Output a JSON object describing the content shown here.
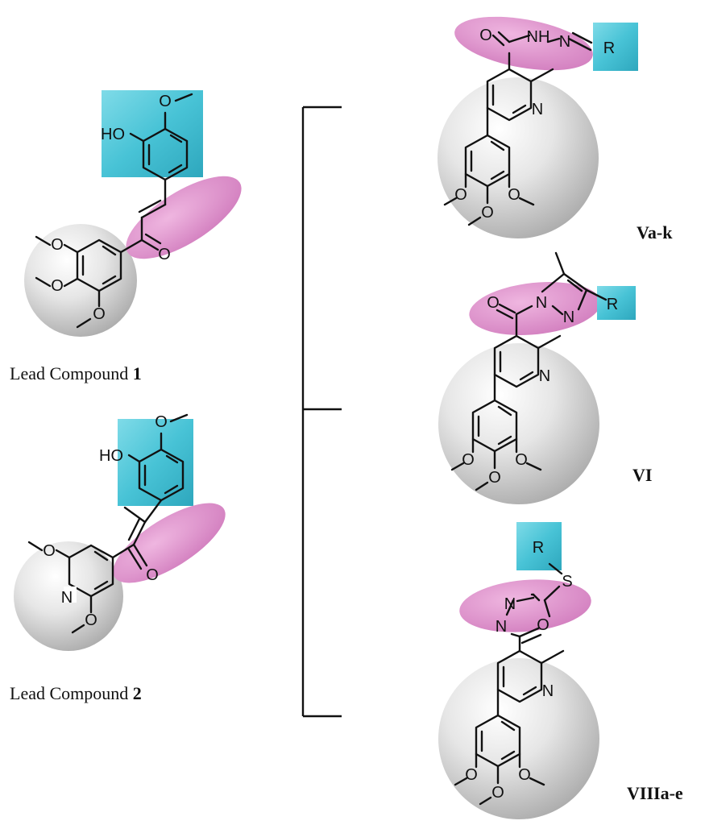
{
  "captions": {
    "lead1_text": "Lead Compound ",
    "lead1_num": "1",
    "lead2_text": "Lead Compound ",
    "lead2_num": "2",
    "label_va": "Va-k",
    "label_vi": "VI",
    "label_viii": "VIIIa-e"
  },
  "atoms": {
    "O": "O",
    "HO": "HO",
    "N": "N",
    "NH": "NH",
    "R": "R",
    "S": "S"
  },
  "colors": {
    "cyan_box": "#4cc4d8",
    "pink_ellipse": "#d884c4",
    "grey_sphere": "#bdbdbd"
  }
}
